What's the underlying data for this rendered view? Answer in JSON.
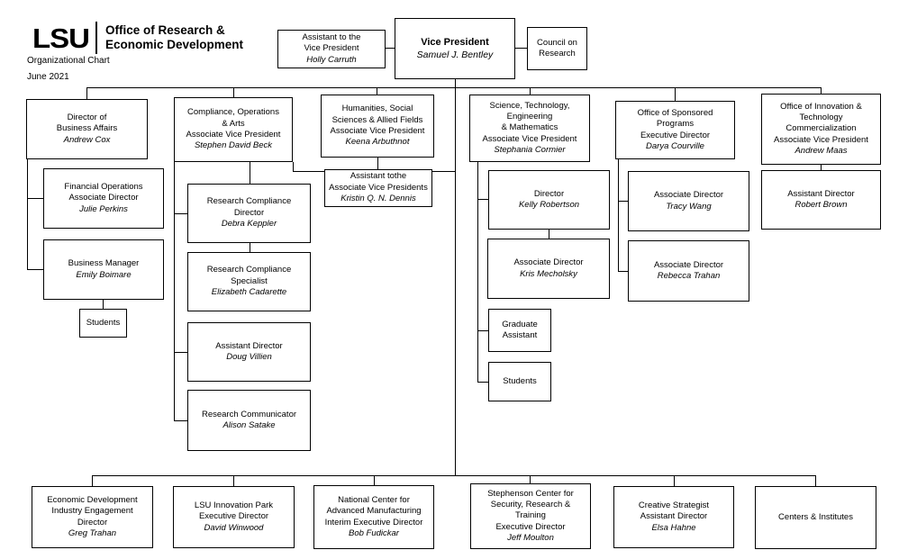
{
  "header": {
    "logo": "LSU",
    "org": "Office of Research &\nEconomic Development",
    "chart_label": "Organizational Chart",
    "date_label": "June 2021"
  },
  "boxes": {
    "assistant_vp": {
      "title": "Assistant to the\nVice President",
      "name": "Holly Carruth"
    },
    "vp": {
      "title": "Vice President",
      "name": "Samuel J. Bentley"
    },
    "council": {
      "title": "Council on\nResearch"
    },
    "business_affairs": {
      "title": "Director of\nBusiness Affairs",
      "name": "Andrew Cox"
    },
    "compliance": {
      "title": "Compliance, Operations\n& Arts\nAssociate Vice President",
      "name": "Stephen David Beck"
    },
    "humanities": {
      "title": "Humanities, Social\nSciences & Allied Fields\nAssociate Vice President",
      "name": "Keena Arbuthnot"
    },
    "stem": {
      "title": "Science, Technology,\nEngineering\n& Mathematics\nAssociate Vice President",
      "name": "Stephania Cormier"
    },
    "sponsored": {
      "title": "Office of Sponsored\nPrograms\nExecutive Director",
      "name": "Darya Courville"
    },
    "innovation": {
      "title": "Office of Innovation &\nTechnology\nCommercialization\nAssociate Vice President",
      "name": "Andrew Maas"
    },
    "financial_ops": {
      "title": "Financial Operations\nAssociate Director",
      "name": "Julie Perkins"
    },
    "business_manager": {
      "title": "Business Manager",
      "name": "Emily Boimare"
    },
    "students_ba": {
      "title": "Students"
    },
    "rc_director": {
      "title": "Research Compliance\nDirector",
      "name": "Debra Keppler"
    },
    "rc_specialist": {
      "title": "Research Compliance\nSpecialist",
      "name": "Elizabeth Cadarette"
    },
    "asst_dir_compliance": {
      "title": "Assistant Director",
      "name": "Doug Villien"
    },
    "research_comm": {
      "title": "Research Communicator",
      "name": "Alison Satake"
    },
    "asst_avp": {
      "title": "Assistant tothe\nAssociate Vice Presidents",
      "name": "Kristin Q. N. Dennis"
    },
    "stem_director": {
      "title": "Director",
      "name": "Kelly Robertson"
    },
    "stem_assoc": {
      "title": "Associate Director",
      "name": "Kris Mecholsky"
    },
    "grad_assistant": {
      "title": "Graduate\nAssistant"
    },
    "students_stem": {
      "title": "Students"
    },
    "sp_assoc1": {
      "title": "Associate Director",
      "name": "Tracy Wang"
    },
    "sp_assoc2": {
      "title": "Associate Director",
      "name": "Rebecca Trahan"
    },
    "innov_asst": {
      "title": "Assistant Director",
      "name": "Robert Brown"
    },
    "econ_dev": {
      "title": "Economic Development\nIndustry Engagement\nDirector",
      "name": "Greg Trahan"
    },
    "innovation_park": {
      "title": "LSU Innovation Park\nExecutive Director",
      "name": "David Winwood"
    },
    "ncam": {
      "title": "National Center for\nAdvanced Manufacturing\nInterim Executive Director",
      "name": "Bob Fudickar"
    },
    "stephenson": {
      "title": "Stephenson Center for\nSecurity, Research &\nTraining\nExecutive Director",
      "name": "Jeff Moulton"
    },
    "creative": {
      "title": "Creative Strategist\nAssistant Director",
      "name": "Elsa Hahne"
    },
    "centers": {
      "title": "Centers & Institutes"
    }
  },
  "colors": {
    "line": "#000000",
    "background": "#ffffff",
    "text": "#000000"
  }
}
